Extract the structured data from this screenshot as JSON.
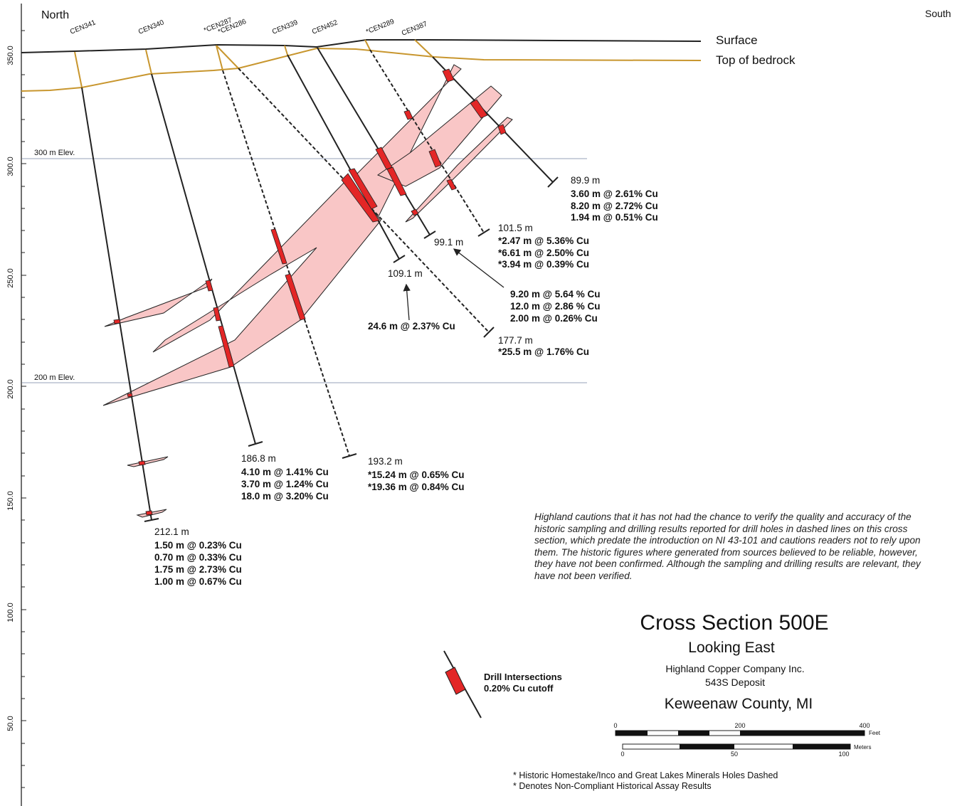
{
  "direction": {
    "north": "North",
    "south": "South"
  },
  "layers": {
    "surface": "Surface",
    "bedrock": "Top of bedrock"
  },
  "elevation_labels": {
    "e300": "300 m Elev.",
    "e200": "200 m Elev."
  },
  "axis_ticks": [
    "350.0",
    "300.0",
    "250.0",
    "200.0",
    "150.0",
    "100.0",
    "50.0"
  ],
  "holes": [
    {
      "id": "CEN341",
      "depth": "212.1 m",
      "dashed": false,
      "results": [
        "1.50 m @ 0.23% Cu",
        "0.70 m @ 0.33% Cu",
        "1.75 m @ 2.73% Cu",
        "1.00 m @ 0.67% Cu"
      ]
    },
    {
      "id": "CEN340",
      "depth": "186.8 m",
      "dashed": false,
      "results": [
        "4.10 m @ 1.41% Cu",
        "3.70 m @ 1.24% Cu",
        "18.0 m @ 3.20% Cu"
      ]
    },
    {
      "id": "*CEN287",
      "depth": "193.2 m",
      "dashed": true,
      "results": [
        "*15.24 m @ 0.65% Cu",
        "*19.36 m @ 0.84% Cu"
      ]
    },
    {
      "id": "*CEN286",
      "depth": "177.7 m",
      "dashed": true,
      "results": [
        "*25.5 m @ 1.76% Cu"
      ]
    },
    {
      "id": "CEN339",
      "depth": "109.1 m",
      "dashed": false,
      "results": [
        "24.6 m @ 2.37% Cu"
      ]
    },
    {
      "id": "CEN452",
      "depth": "99.1 m",
      "dashed": false,
      "results": [
        "9.20 m @ 5.64 % Cu",
        "12.0 m @ 2.86 % Cu",
        "2.00 m @ 0.26% Cu"
      ]
    },
    {
      "id": "*CEN289",
      "depth": "101.5 m",
      "dashed": true,
      "results": [
        "*2.47 m @ 5.36% Cu",
        "*6.61 m @ 2.50% Cu",
        "*3.94 m @ 0.39% Cu"
      ]
    },
    {
      "id": "CEN387",
      "depth": "89.9 m",
      "dashed": false,
      "results": [
        "3.60 m @ 2.61% Cu",
        "8.20 m @ 2.72% Cu",
        "1.94 m @ 0.51% Cu"
      ]
    }
  ],
  "disclaimer": "Highland cautions that it has not had the chance to verify the quality and accuracy of the historic sampling and drilling results reported for drill holes in dashed lines on this cross section, which predate the introduction on NI 43-101 and cautions readers not to rely upon them. The historic figures where generated from sources believed to be reliable, however, they have not been confirmed. Although the sampling and drilling results are relevant, they have not been verified.",
  "title_block": {
    "title": "Cross Section 500E",
    "subtitle": "Looking East",
    "company": "Highland Copper Company Inc.",
    "deposit": "543S Deposit",
    "location": "Keweenaw County, MI"
  },
  "legend": {
    "line1": "Drill Intersections",
    "line2": "0.20% Cu cutoff"
  },
  "scale": {
    "feet_label": "Feet",
    "feet_ticks": [
      "0",
      "200",
      "400"
    ],
    "meters_label": "Meters",
    "meters_ticks": [
      "0",
      "50",
      "100"
    ]
  },
  "footnotes": [
    "* Historic Homestake/Inco and Great Lakes Minerals Holes Dashed",
    "* Denotes Non-Compliant Historical Assay Results"
  ],
  "colors": {
    "ore_fill": "#f9c6c6",
    "intersection": "#e32626",
    "bedrock": "#c8962e",
    "elev_line": "#aab4c8"
  }
}
